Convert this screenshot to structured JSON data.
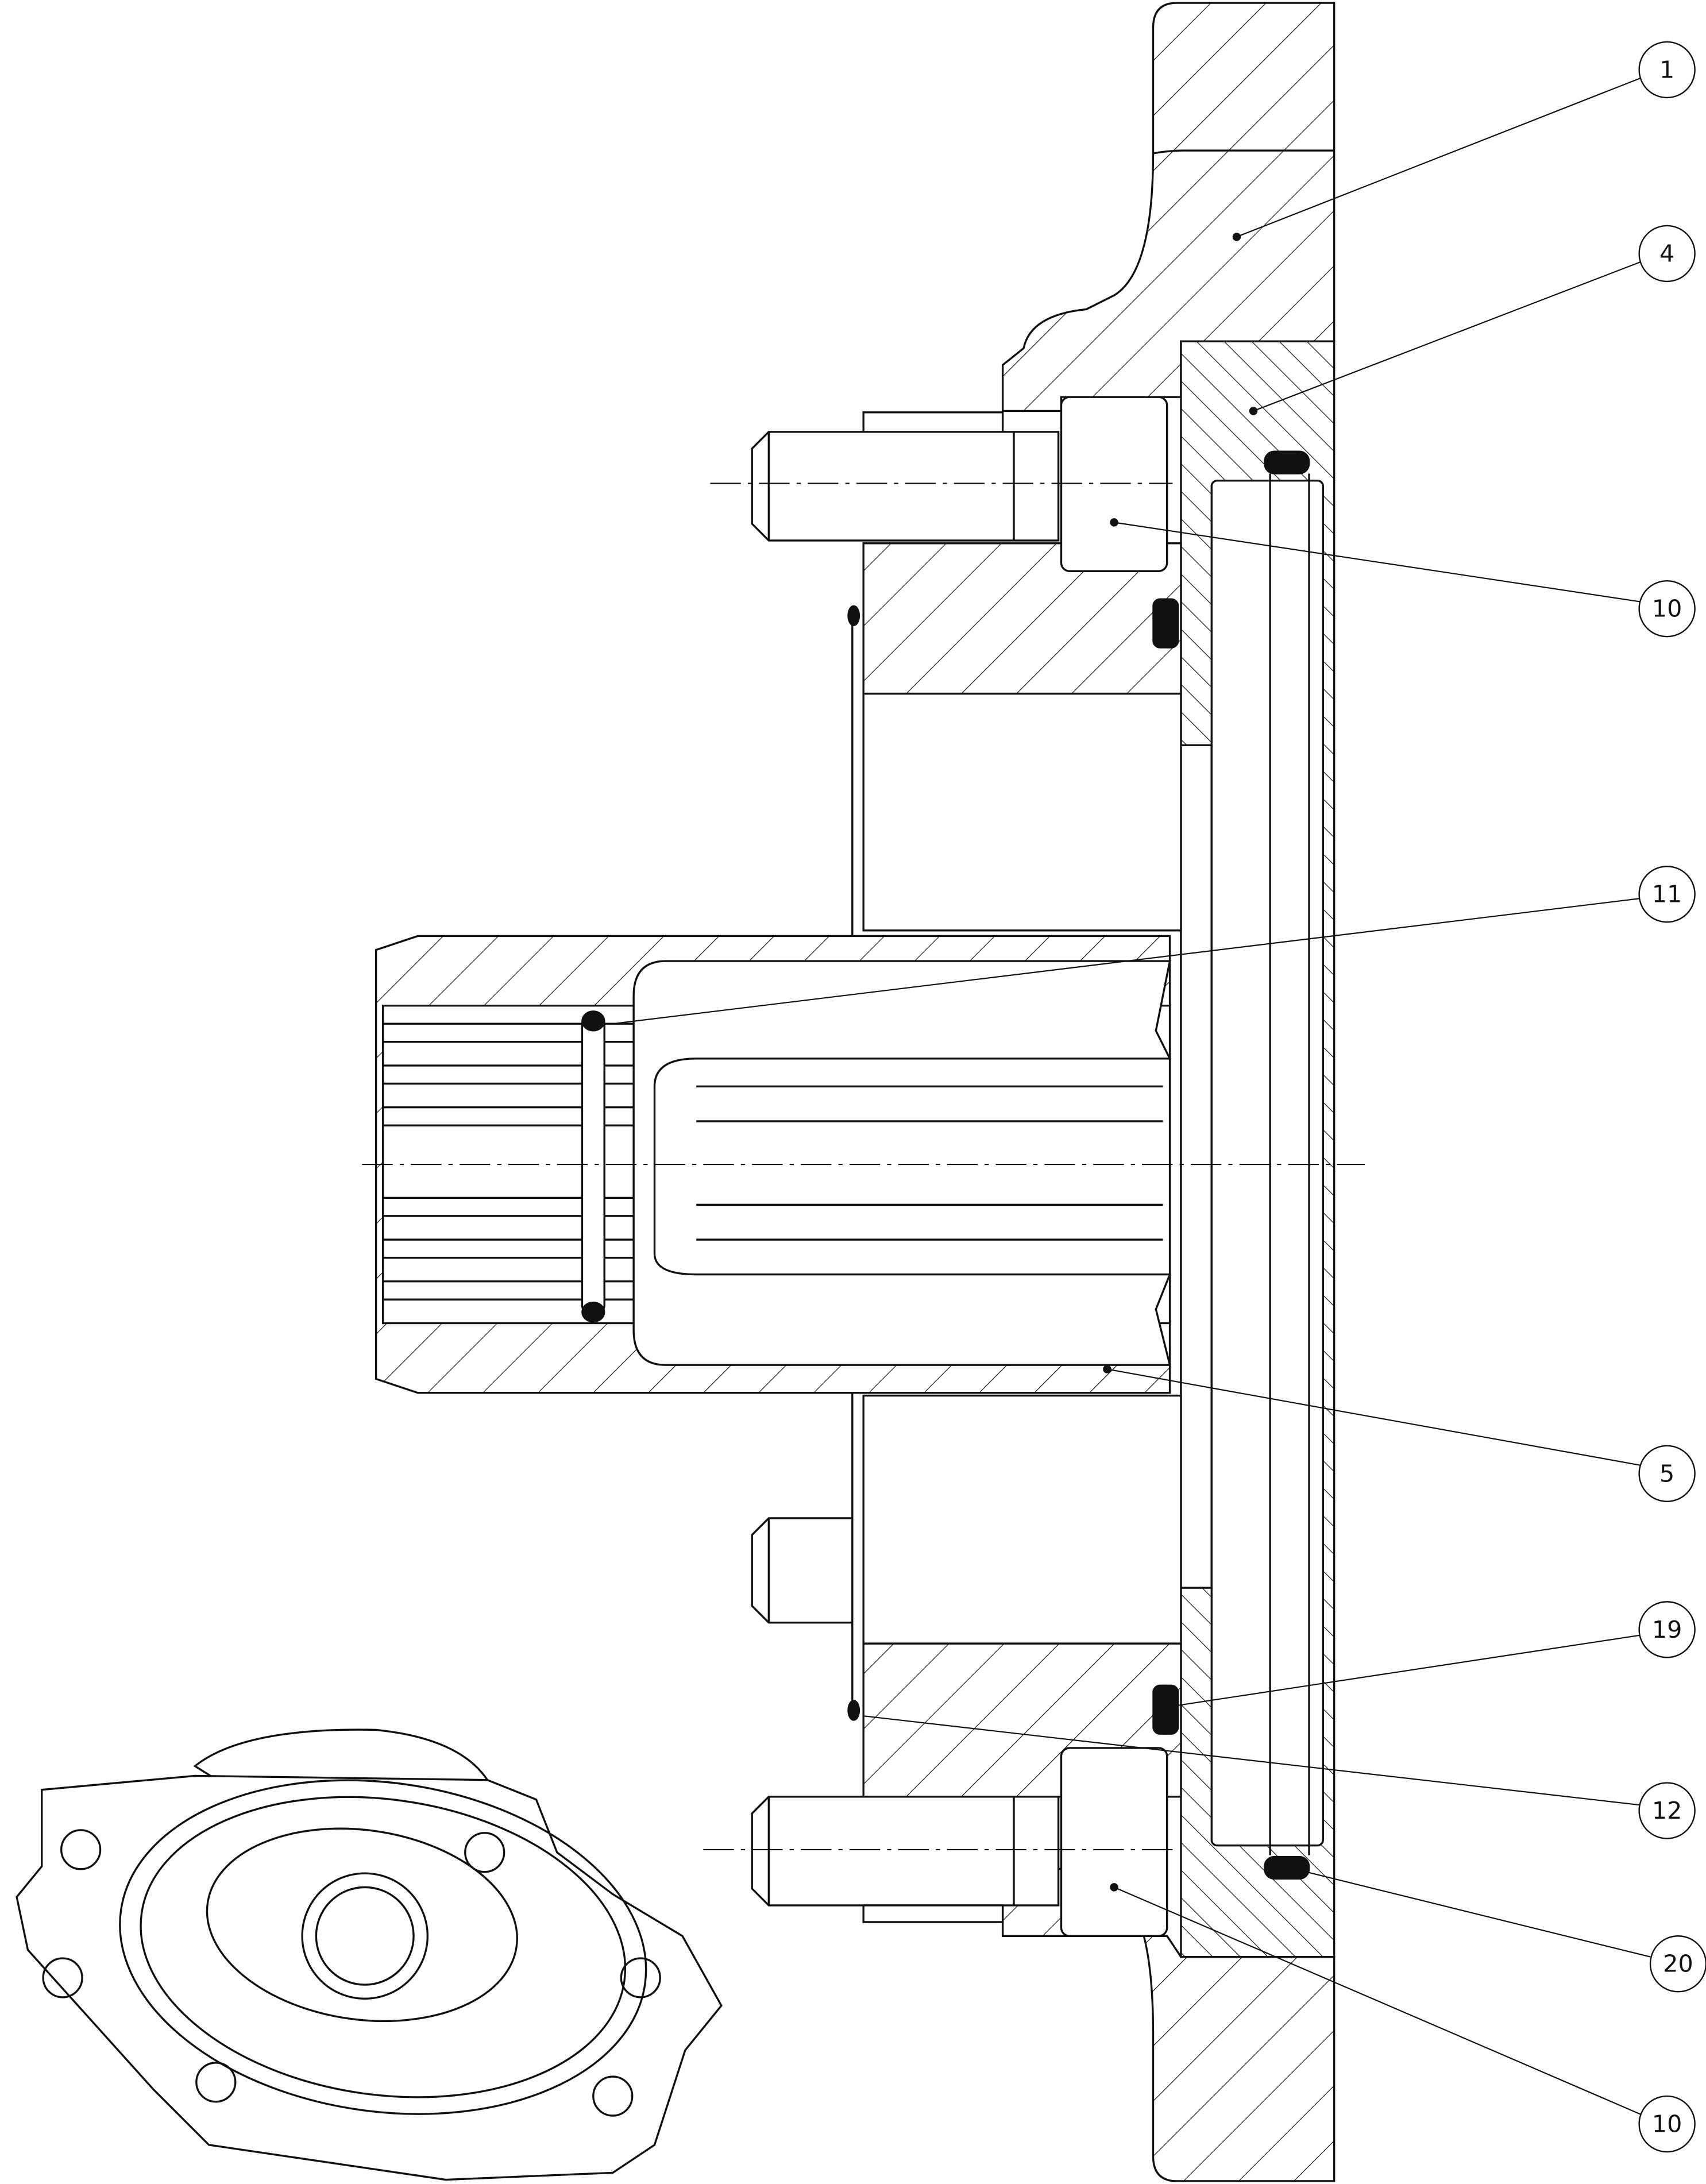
{
  "drawing": {
    "type": "sectional assembly drawing",
    "balloons": [
      {
        "label": "1"
      },
      {
        "label": "4"
      },
      {
        "label": "10"
      },
      {
        "label": "11"
      },
      {
        "label": "5"
      },
      {
        "label": "19"
      },
      {
        "label": "12"
      },
      {
        "label": "20"
      },
      {
        "label": "10"
      }
    ]
  }
}
